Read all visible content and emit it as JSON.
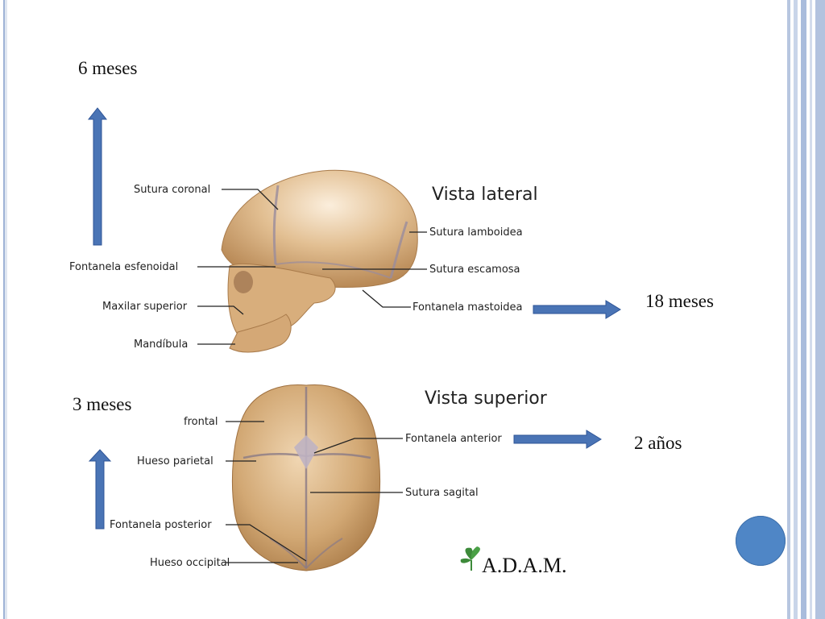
{
  "ages": {
    "m6": "6 meses",
    "m18": "18 meses",
    "m3": "3 meses",
    "y2": "2 años"
  },
  "lateral": {
    "title": "Vista lateral",
    "labels": {
      "sutura_coronal": "Sutura coronal",
      "fontanela_esfenoidal": "Fontanela esfenoidal",
      "maxilar_superior": "Maxilar superior",
      "mandibula": "Mandíbula",
      "sutura_lamboidea": "Sutura lamboidea",
      "sutura_escamosa": "Sutura escamosa",
      "fontanela_mastoidea": "Fontanela mastoidea"
    }
  },
  "superior": {
    "title": "Vista superior",
    "labels": {
      "frontal": "frontal",
      "hueso_parietal": "Hueso parietal",
      "fontanela_posterior": "Fontanela posterior",
      "hueso_occipital": "Hueso occipital",
      "fontanela_anterior": "Fontanela anterior",
      "sutura_sagital": "Sutura sagital"
    }
  },
  "logo": {
    "text": "A.D.A.M."
  },
  "colors": {
    "arrow": "#4a74b5",
    "arrow_outline": "#2f5597",
    "skull": "#dcb585",
    "circle": "#4f86c6",
    "border": "#9fb3d6"
  }
}
